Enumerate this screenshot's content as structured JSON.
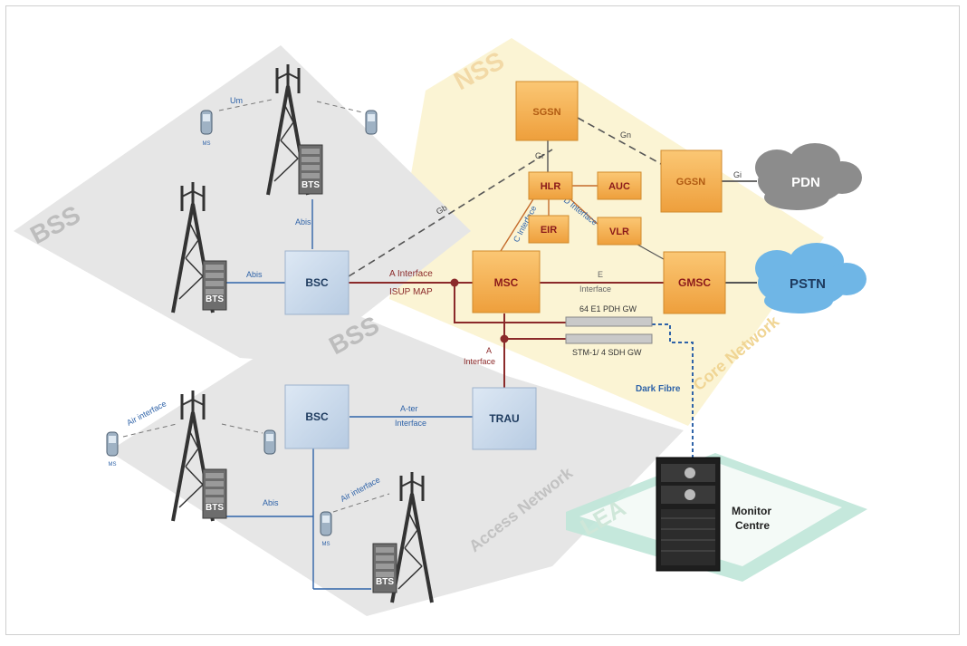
{
  "regions": {
    "bss_top": "BSS",
    "bss_bottom": "BSS",
    "nss": "NSS",
    "core_network": "Core Network",
    "access_network": "Access Network",
    "lea": "LEA"
  },
  "nodes": {
    "sgsn": "SGSN",
    "hlr": "HLR",
    "auc": "AUC",
    "eir": "EIR",
    "vlr": "VLR",
    "msc": "MSC",
    "ggsn": "GGSN",
    "gmsc": "GMSC",
    "pdn": "PDN",
    "pstn": "PSTN",
    "bsc_top": "BSC",
    "bsc_bottom": "BSC",
    "trau": "TRAU",
    "bts": "BTS",
    "ms": "MS"
  },
  "links": {
    "um": "Um",
    "abis": "Abis",
    "gb": "Gb",
    "gn": "Gn",
    "gr": "Gr",
    "gi": "Gi",
    "c_interface": "C Interface",
    "d_interface": "D Interface",
    "a_interface": "A Interface",
    "isup_map": "ISUP MAP",
    "e_interface_1": "E",
    "e_interface_2": "Interface",
    "a_interface_v1": "A",
    "a_interface_v2": "Interface",
    "ater_1": "A-ter",
    "ater_2": "Interface",
    "air_interface": "Air interface",
    "dark_fibre": "Dark Fibre"
  },
  "gateways": {
    "pdh": "64 E1 PDH GW",
    "sdh": "STM-1/ 4 SDH GW"
  },
  "monitor": {
    "line1": "Monitor",
    "line2": "Centre"
  },
  "colors": {
    "bss_fill": "#e6e6e6",
    "nss_fill": "#fbf3d2",
    "lea_fill": "#bfe6d8",
    "node_orange": "#f6b45a",
    "node_text_dark": "#8b1a1a",
    "bsc_fill": "#c9d8ea",
    "link_red": "#8b2a2a",
    "link_blue": "#2f63a8",
    "cloud_grey": "#8c8c8c",
    "cloud_blue": "#6fb6e6"
  }
}
